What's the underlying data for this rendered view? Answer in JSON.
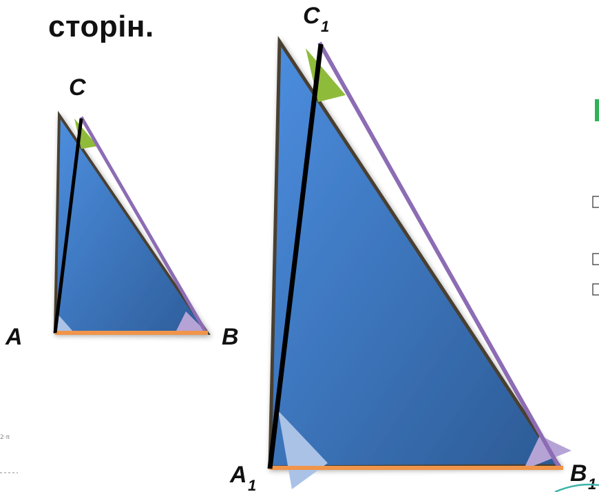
{
  "heading": "сторін.",
  "small_triangle": {
    "vertices": {
      "a": "A",
      "b": "B",
      "c": "C"
    }
  },
  "large_triangle": {
    "vertices": {
      "a": "A",
      "b": "B",
      "c": "C"
    },
    "subscript": "1"
  },
  "margin_note": "2·π",
  "colors": {
    "fill_light": "#4a8ad8",
    "fill_dark": "#2d5d98",
    "outline": "#4a4030",
    "side_ac": "#000000",
    "side_ab": "#f0954a",
    "side_bc": "#8c6cb4",
    "angle_c": "#8fbb3a",
    "angle_a_b": "#a9c2e6",
    "angle_b_small": "#b6a3d6"
  }
}
